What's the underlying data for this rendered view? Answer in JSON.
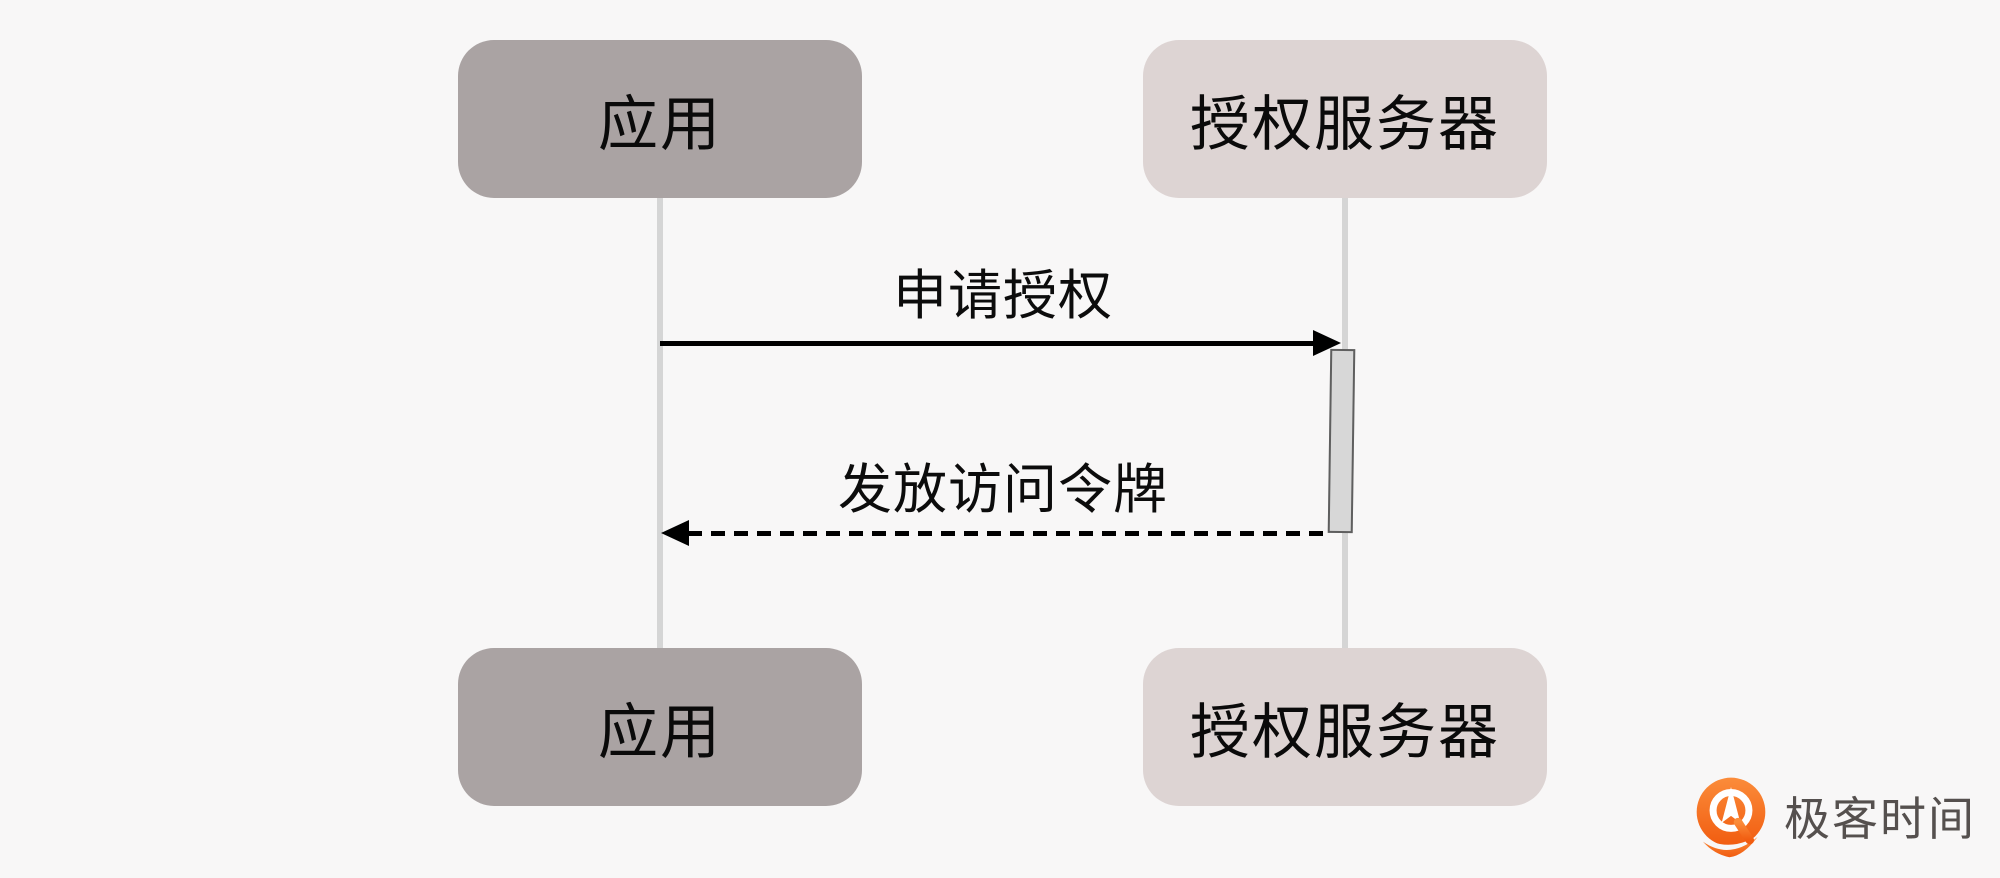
{
  "page": {
    "background_color": "#f8f7f7"
  },
  "diagram": {
    "type": "sequence",
    "actors": [
      {
        "id": "app",
        "label": "应用",
        "fill": "#aaa3a3"
      },
      {
        "id": "auth_server",
        "label": "授权服务器",
        "fill": "#ddd4d3"
      }
    ],
    "messages": [
      {
        "from": "app",
        "to": "auth_server",
        "label": "申请授权",
        "line": "solid",
        "arrow_color": "#000000"
      },
      {
        "from": "auth_server",
        "to": "app",
        "label": "发放访问令牌",
        "line": "dashed",
        "arrow_color": "#000000"
      }
    ],
    "activation": {
      "actor": "auth_server",
      "fill": "#d7d7d7",
      "border": "#5f5f5f"
    },
    "lifeline_color": "#d5d5d5"
  },
  "branding": {
    "logo_text": "极客时间",
    "icon": "geektime-pin-icon",
    "icon_color": "#f3621a",
    "text_color": "#55504e"
  }
}
